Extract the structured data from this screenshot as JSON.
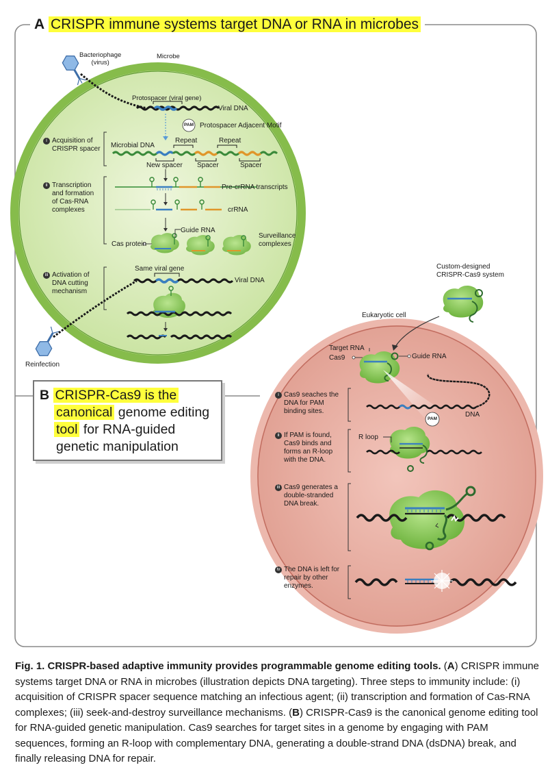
{
  "panel_a": {
    "letter": "A",
    "title": "CRISPR immune systems target DNA or RNA in microbes",
    "labels": {
      "bacteriophage": "Bacteriophage",
      "bacteriophage_virus": "(virus)",
      "microbe": "Microbe",
      "protospacer": "Protospacer (viral gene)",
      "viral_dna": "Viral DNA",
      "pam": "PAM",
      "pam_full": "Protospacer Adjacent Motif",
      "microbial_dna": "Microbial DNA",
      "repeat": "Repeat",
      "new_spacer": "New spacer",
      "spacer": "Spacer",
      "pre_crrna": "Pre-crRNA transcripts",
      "crrna": "crRNA",
      "guide_rna": "Guide RNA",
      "cas_protein": "Cas protein",
      "surveillance_1": "Surveillance",
      "surveillance_2": "complexes",
      "same_viral_gene": "Same viral gene",
      "reinfection": "Reinfection"
    },
    "steps": [
      {
        "num": "i",
        "lines": [
          "Acquisition of",
          "CRISPR spacer"
        ]
      },
      {
        "num": "ii",
        "lines": [
          "Transcription",
          "and formation",
          "of Cas-RNA",
          "complexes"
        ]
      },
      {
        "num": "iii",
        "lines": [
          "Activation of",
          "DNA cutting",
          "mechanism"
        ]
      }
    ]
  },
  "panel_b": {
    "letter": "B",
    "title_lines": [
      {
        "hl": "CRISPR-Cas9 is the",
        "plain": ""
      },
      {
        "hl": "canonical",
        "plain": " genome editing"
      },
      {
        "hl": "tool",
        "plain": " for RNA-guided"
      },
      {
        "hl": "",
        "plain": "genetic manipulation"
      }
    ],
    "labels": {
      "custom_1": "Custom-designed",
      "custom_2": "CRISPR-Cas9 system",
      "eukaryotic_cell": "Eukaryotic cell",
      "target_rna": "Target RNA",
      "cas9": "Cas9",
      "guide_rna": "Guide RNA",
      "pam": "PAM",
      "dna": "DNA",
      "r_loop": "R loop"
    },
    "steps": [
      {
        "num": "i",
        "lines": [
          "Cas9 seaches the",
          "DNA for PAM",
          "binding sites."
        ]
      },
      {
        "num": "ii",
        "lines": [
          "If PAM is found,",
          "Cas9 binds and",
          "forms an R-loop",
          "with the DNA."
        ]
      },
      {
        "num": "iii",
        "lines": [
          "Cas9 generates a",
          "double-stranded",
          "DNA break."
        ]
      },
      {
        "num": "iv",
        "lines": [
          "The DNA is left for",
          "repair by other",
          "enzymes."
        ]
      }
    ]
  },
  "caption": {
    "fig": "Fig. 1.",
    "bold_title": "CRISPR-based adaptive immunity provides programmable genome editing tools.",
    "part_a_letter": "A",
    "part_a_text": "CRISPR immune systems target DNA or RNA in microbes (illustration depicts DNA targeting). Three steps to immunity include: (i) acquisition of CRISPR spacer sequence matching an infectious agent; (ii) transcription and formation of Cas-RNA complexes; (iii) seek-and-destroy surveillance mechanisms.",
    "part_b_letter": "B",
    "part_b_text": "CRISPR-Cas9 is the canonical genome editing tool for RNA-guided genetic manipulation. Cas9 searches for target sites in a genome by engaging with PAM sequences, forming an R-loop with complementary DNA, generating a double-strand DNA (dsDNA) break, and finally releasing DNA for repair."
  },
  "colors": {
    "microbe_fill": "#d6e9b2",
    "microbe_border": "#7fb344",
    "cell_fill": "#e6a79a",
    "cell_border": "#c8756a",
    "spacer_blue": "#3a7fc0",
    "repeat_green": "#3a8a3a",
    "spacer_orange": "#e0962a",
    "cas_green": "#8ccf55",
    "highlight": "#ffff3c"
  }
}
